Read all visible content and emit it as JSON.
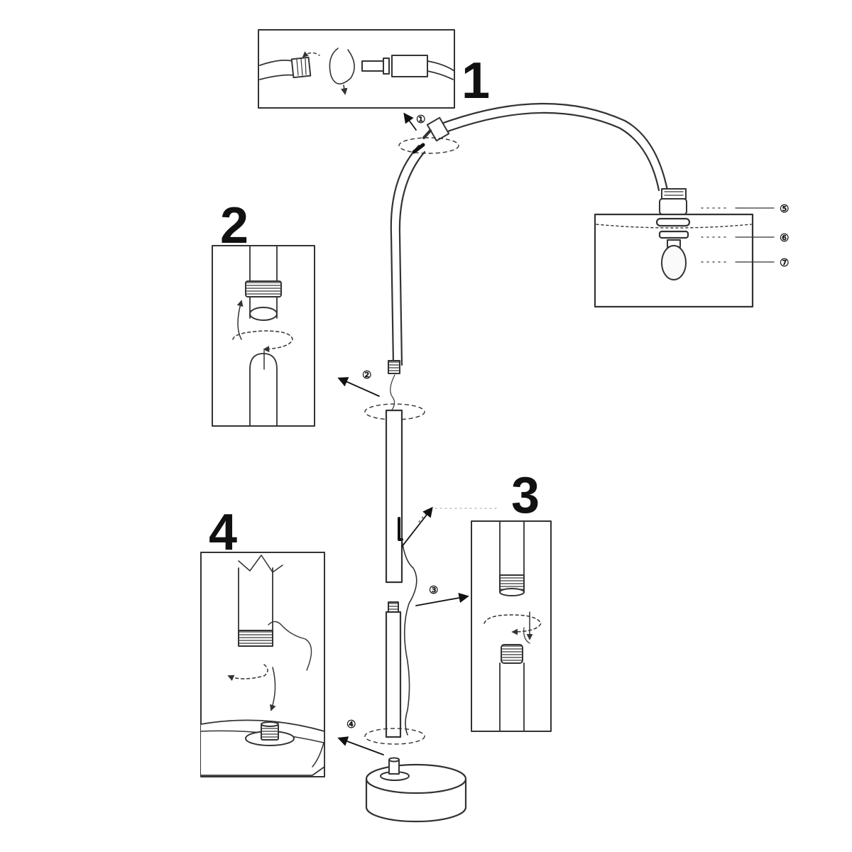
{
  "colors": {
    "ink": "#333333",
    "dark": "#111111",
    "paper": "#ffffff",
    "bulb": "#fafafa"
  },
  "steps": [
    {
      "number": "1",
      "marker": "①"
    },
    {
      "number": "2",
      "marker": "②"
    },
    {
      "number": "3",
      "marker": "③"
    },
    {
      "number": "4",
      "marker": "④"
    }
  ],
  "parts": [
    {
      "marker": "⑤"
    },
    {
      "marker": "⑥"
    },
    {
      "marker": "⑦"
    }
  ]
}
